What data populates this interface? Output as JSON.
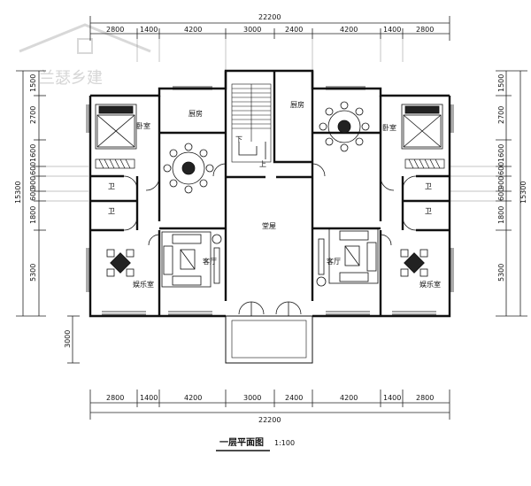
{
  "watermark": {
    "text": "兰瑟乡建",
    "icon": "house-logo-icon"
  },
  "dimensions": {
    "total": "22200",
    "top_segments": [
      "2800",
      "1400",
      "4200",
      "3000",
      "2400",
      "4200",
      "1400",
      "2800"
    ],
    "bottom_segments": [
      "2800",
      "1400",
      "4200",
      "3000",
      "2400",
      "4200",
      "1400",
      "2800"
    ],
    "left_total": "15300",
    "right_total": "15300",
    "left_segments": [
      "1500",
      "2700",
      "1600",
      "600",
      "900",
      "600",
      "1800",
      "5300"
    ],
    "right_segments": [
      "1500",
      "2700",
      "1600",
      "600",
      "900",
      "600",
      "1800",
      "5300"
    ],
    "porch_depth": "3000"
  },
  "rooms": {
    "bedroom_left": "卧室",
    "bedroom_right": "卧室",
    "kitchen_left": "厨房",
    "kitchen_right": "厨房",
    "bath_left_upper": "卫",
    "bath_left_lower": "卫",
    "bath_right_upper": "卫",
    "bath_right_lower": "卫",
    "hall": "堂屋",
    "living_left": "客厅",
    "living_right": "客厅",
    "recreation_left": "娱乐室",
    "recreation_right": "娱乐室",
    "stair_down": "下",
    "stair_up": "上"
  },
  "footer": {
    "title": "一层平面图",
    "scale": "1:100"
  }
}
